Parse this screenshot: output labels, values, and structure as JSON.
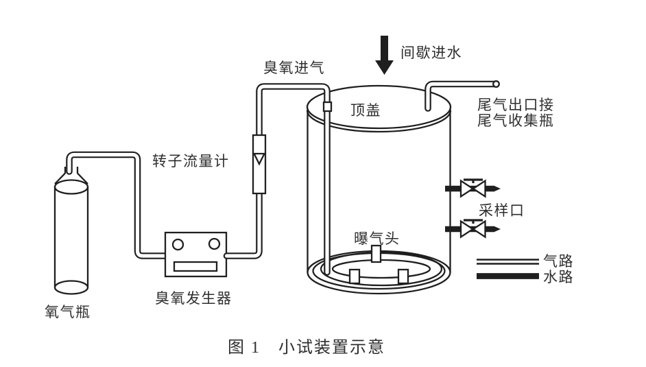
{
  "figure": {
    "caption": "图 1　小试装置示意",
    "labels": {
      "oxygen_cylinder": "氧气瓶",
      "ozone_generator": "臭氧发生器",
      "rotameter": "转子流量计",
      "ozone_inlet": "臭氧进气",
      "water_inlet": "间歇进水",
      "top_cover": "顶盖",
      "tail_gas_line1": "尾气出口接",
      "tail_gas_line2": "尾气收集瓶",
      "sampling_port": "采样口",
      "aeration_head": "曝气头",
      "legend_gas": "气路",
      "legend_water": "水路"
    },
    "colors": {
      "line": "#1f1f1f",
      "text": "#2e2e2e",
      "background": "#ffffff"
    }
  }
}
